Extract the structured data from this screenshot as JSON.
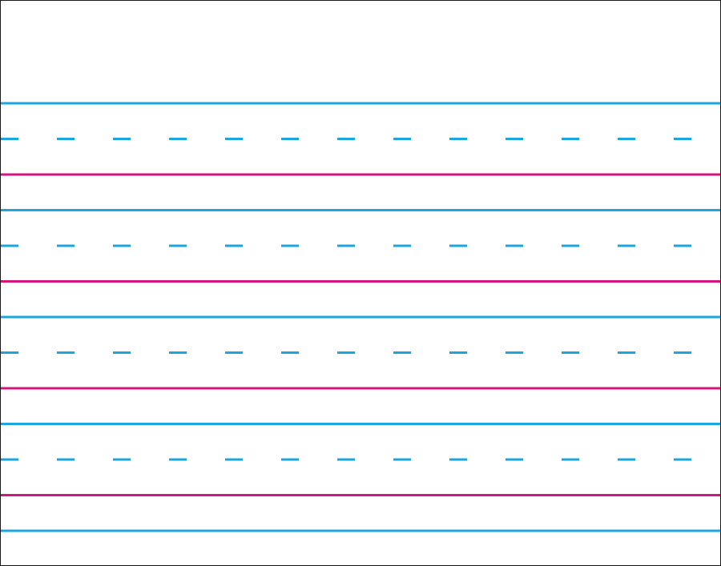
{
  "paper": {
    "background": "#ffffff",
    "border_color": "#1a1a1a",
    "colors": {
      "headline": "#1aa7e0",
      "midline": "#1aa7e0",
      "baseline": "#d4157f"
    },
    "rows": [
      {
        "lines": [
          "headline",
          "midline-dashed",
          "baseline"
        ]
      },
      {
        "lines": [
          "headline",
          "midline-dashed",
          "baseline"
        ]
      },
      {
        "lines": [
          "headline",
          "midline-dashed",
          "baseline"
        ]
      },
      {
        "lines": [
          "headline",
          "midline-dashed",
          "baseline"
        ]
      },
      {
        "lines": [
          "headline"
        ]
      }
    ]
  }
}
